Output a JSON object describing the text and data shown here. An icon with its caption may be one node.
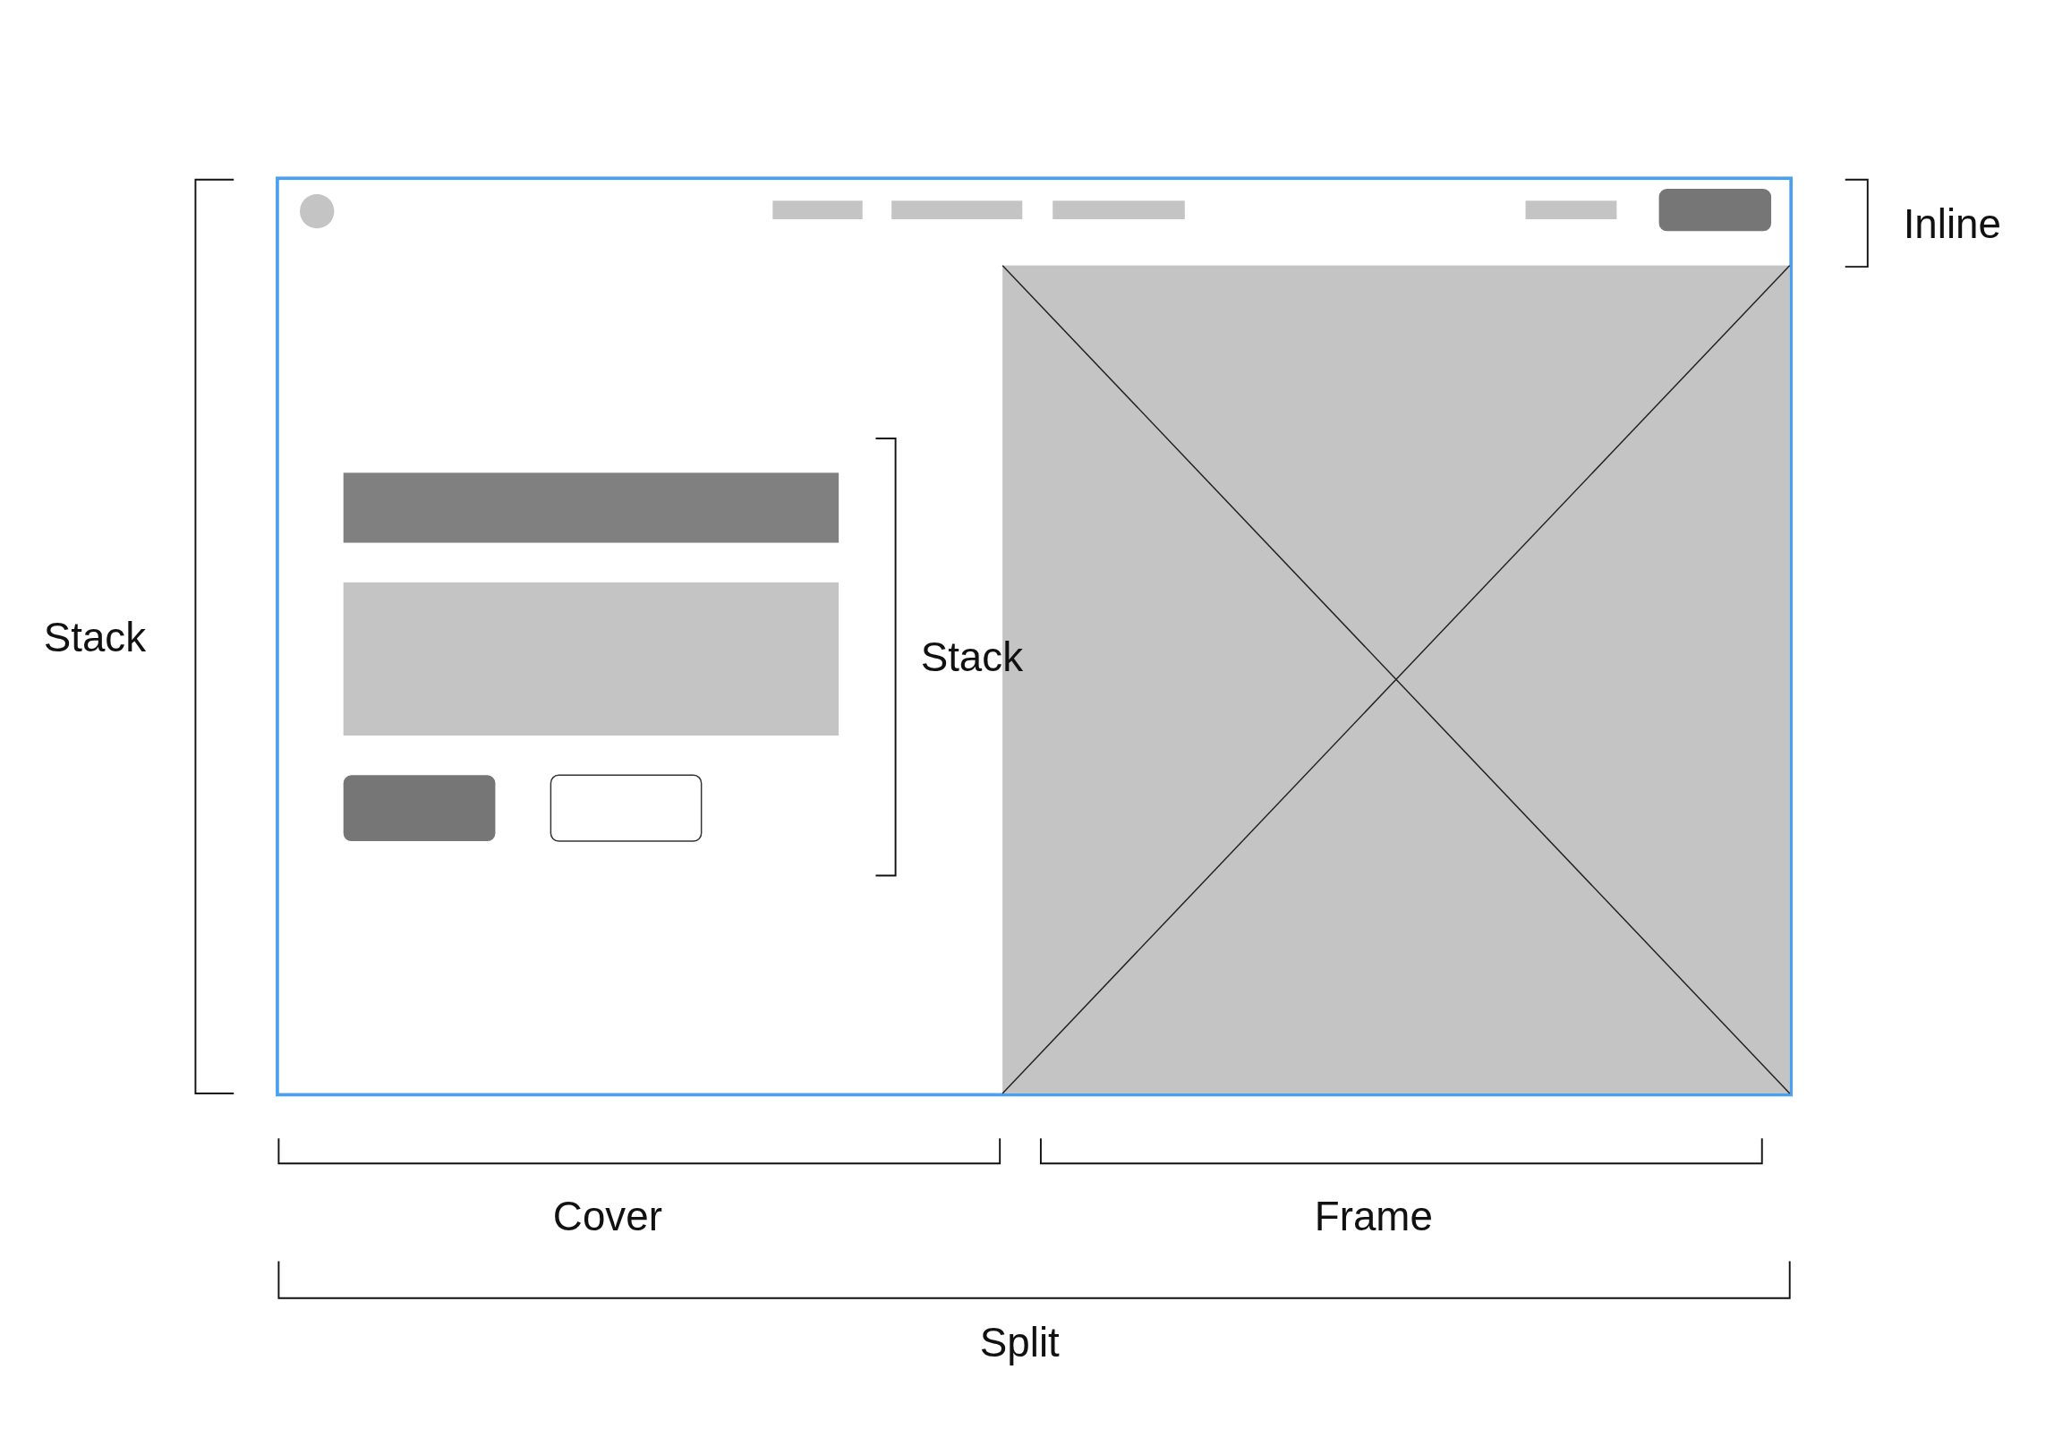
{
  "diagram": {
    "labels": [
      "Inline",
      "Stack",
      "Stack",
      "Cover",
      "Frame",
      "Split"
    ]
  }
}
